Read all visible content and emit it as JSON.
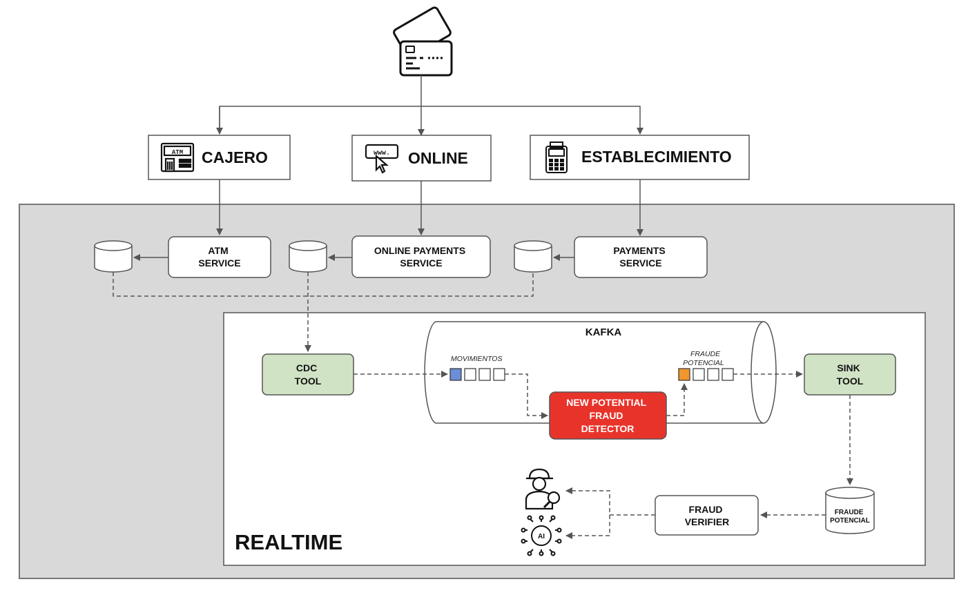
{
  "channels": {
    "cajero": "CAJERO",
    "online": "ONLINE",
    "establecimiento": "ESTABLECIMIENTO"
  },
  "services": {
    "atm": [
      "ATM",
      "SERVICE"
    ],
    "online": [
      "ONLINE PAYMENTS",
      "SERVICE"
    ],
    "payments": [
      "PAYMENTS",
      "SERVICE"
    ]
  },
  "realtime": {
    "title": "REALTIME",
    "cdc_tool": [
      "CDC",
      "TOOL"
    ],
    "kafka": "KAFKA",
    "topic_movimientos": "MOVIMIENTOS",
    "topic_fraude": [
      "FRAUDE",
      "POTENCIAL"
    ],
    "detector": [
      "NEW POTENTIAL",
      "FRAUD",
      "DETECTOR"
    ],
    "sink_tool": [
      "SINK",
      "TOOL"
    ],
    "fraude_db": [
      "FRAUDE",
      "POTENCIAL"
    ],
    "fraud_verifier": [
      "FRAUD",
      "VERIFIER"
    ]
  },
  "icons": {
    "card": "credit-cards-icon",
    "atm": "atm-icon",
    "www": "www-click-icon",
    "pos": "pos-terminal-icon",
    "detective": "detective-icon",
    "ai": "ai-chip-icon"
  },
  "colors": {
    "panel_fill": "#d9d9d9",
    "green_box": "#d1e3c5",
    "detector_red": "#e8332b",
    "topic_blue": "#6b8ed6",
    "topic_orange": "#f0962f",
    "line": "#555555"
  }
}
